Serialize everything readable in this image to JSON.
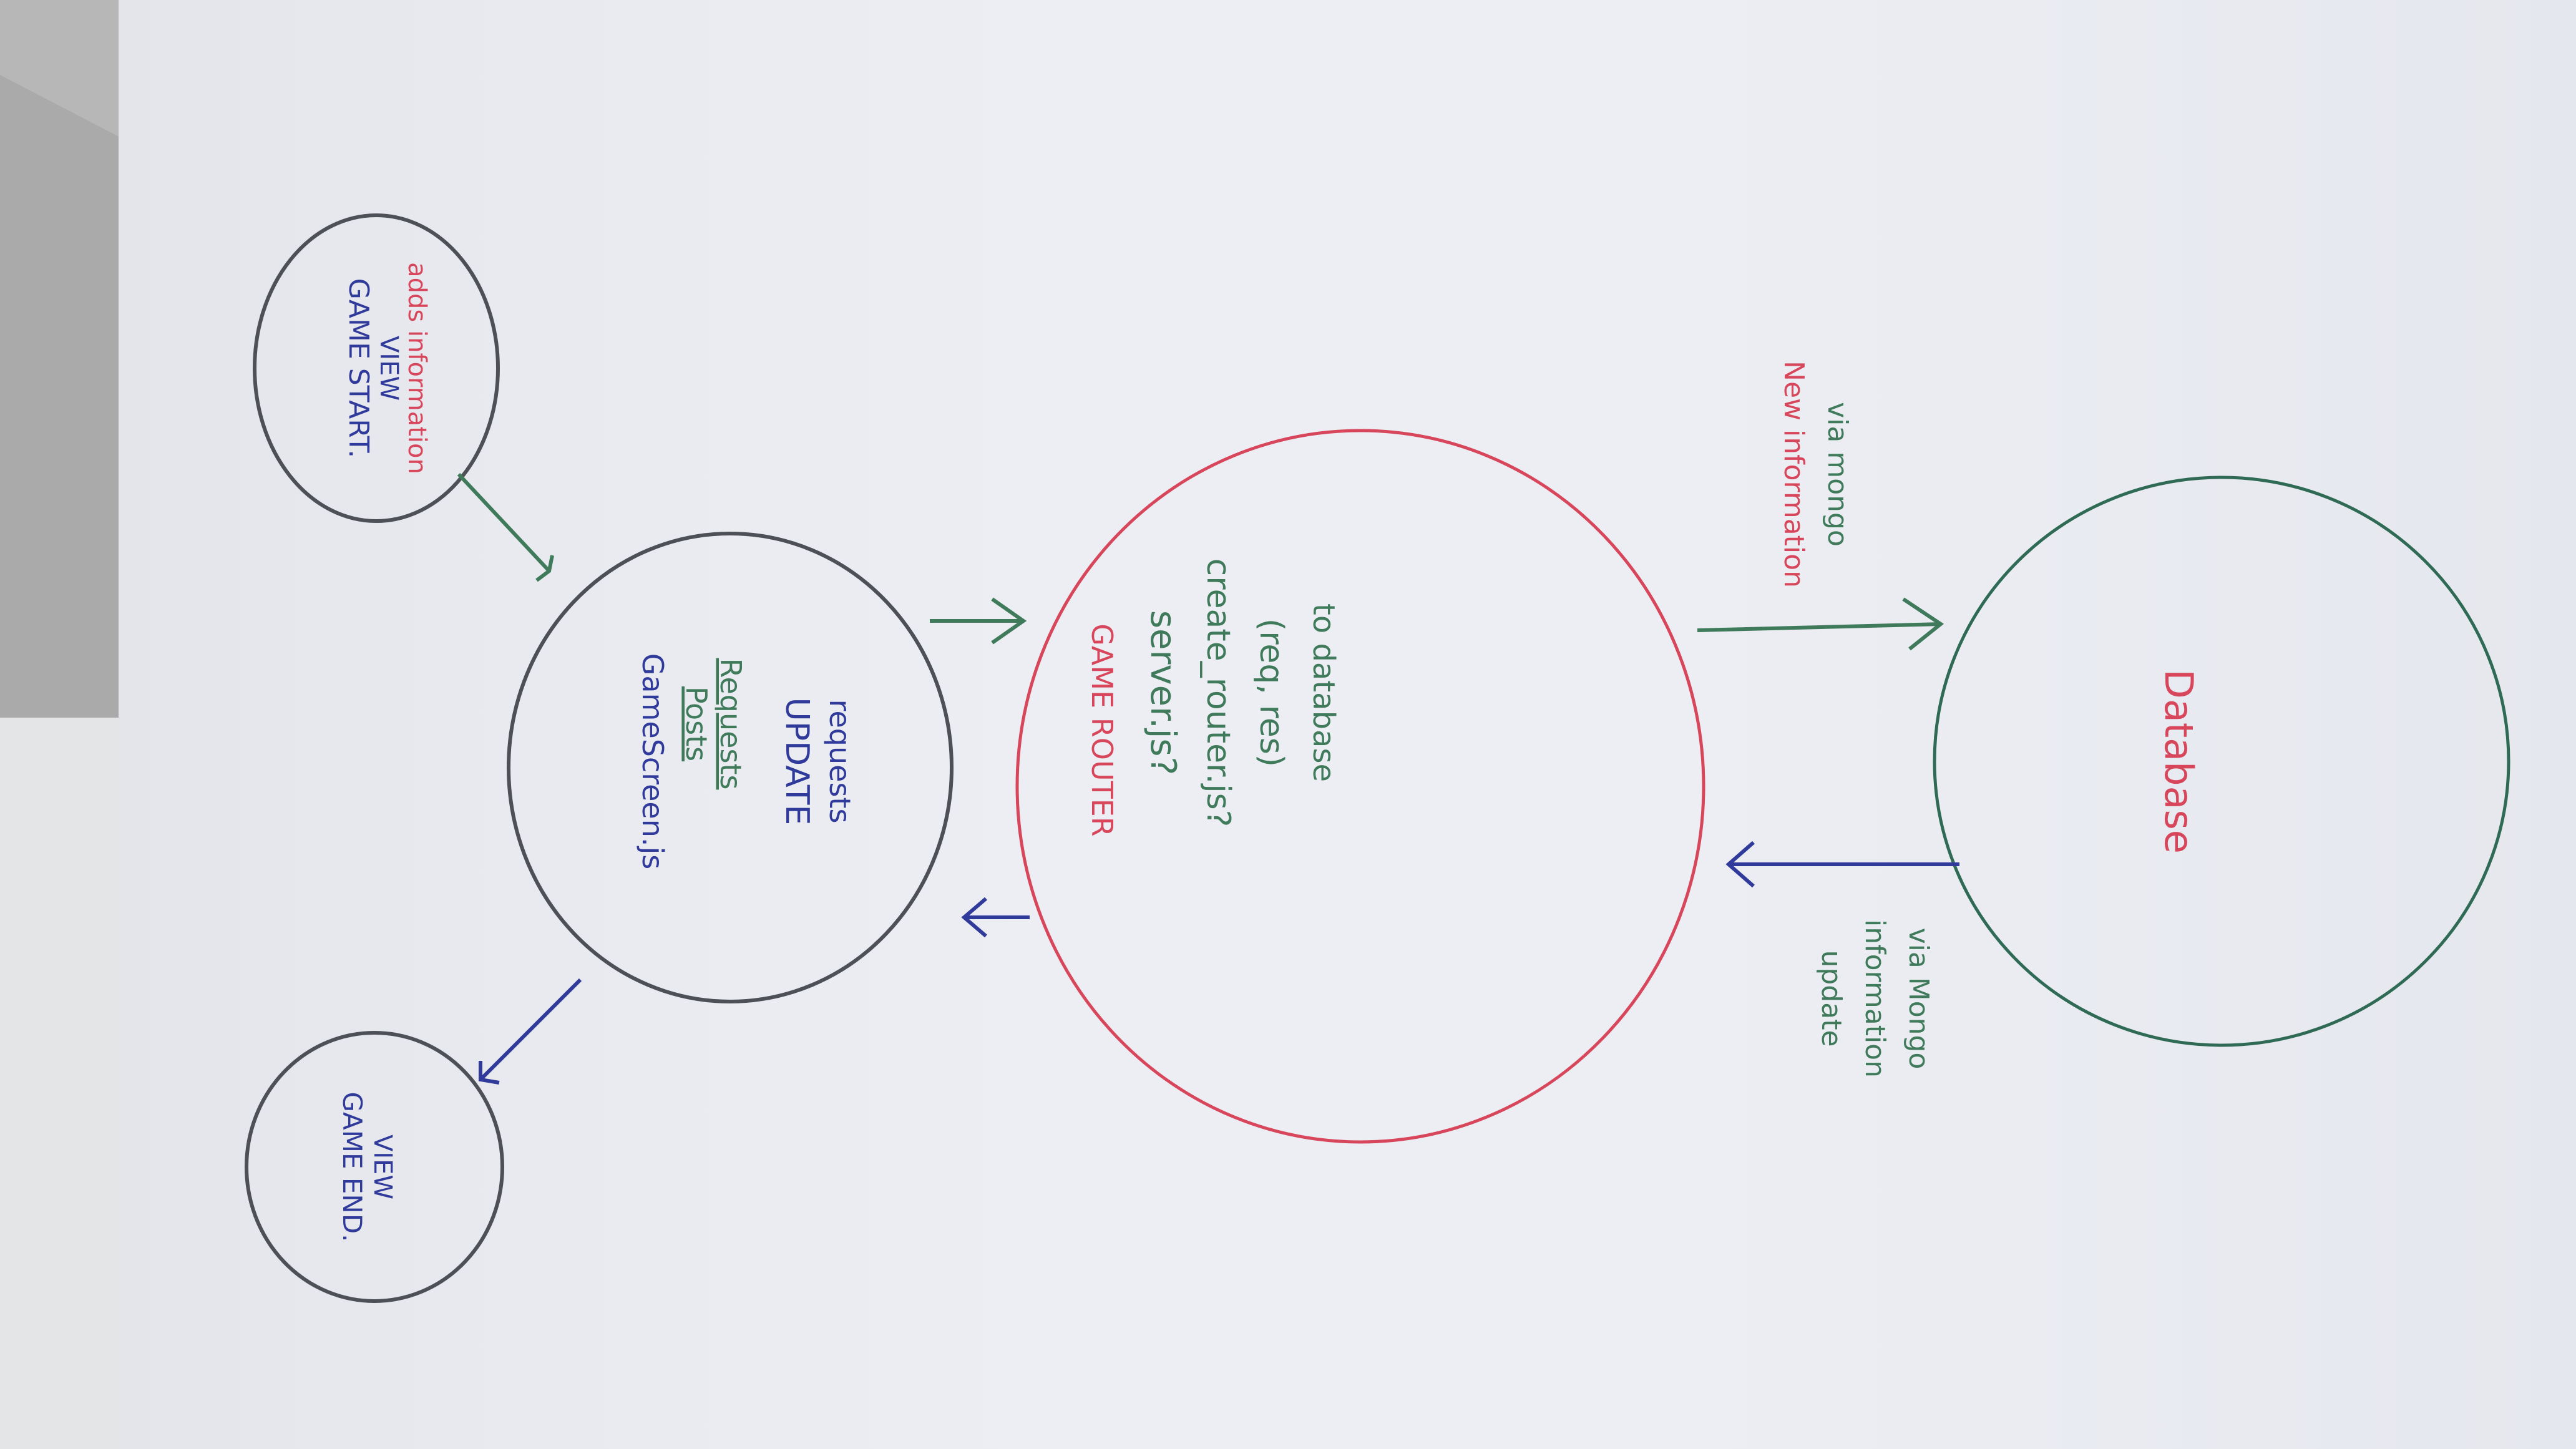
{
  "photo": {
    "subject": "hand-drawn-diagram-on-paper",
    "orientation": "rotated-90-ccw",
    "paper_color": "#eceef4",
    "background_color": "#c9cacd"
  },
  "nodes": {
    "game_end_view": {
      "line1": "GAME END.",
      "line2": "VIEW"
    },
    "game_start_view": {
      "line1": "GAME START.",
      "line2": "VIEW",
      "line3": "adds information"
    },
    "game_screen": {
      "line1": "GameScreen.js",
      "line2": "Posts",
      "line3": "Requests",
      "line4": "UPDATE",
      "line5": "requests"
    },
    "game_router": {
      "line1": "GAME ROUTER",
      "line2": "server.js?",
      "line3": "create_router.js?",
      "line4": "(req, res)",
      "line5": "to database"
    },
    "database": {
      "line1": "Database"
    }
  },
  "edge_labels": {
    "new_info": {
      "line1": "New information",
      "line2": "via mongo"
    },
    "update_info": {
      "line1": "update",
      "line2": "information",
      "line3": "via Mongo"
    }
  },
  "colors": {
    "pencil": "#4e5058",
    "blue_ink": "#2f3a9a",
    "green_ink": "#3f7a5a",
    "red_ink": "#d7465a",
    "dark_green_ink": "#2f6a55"
  }
}
